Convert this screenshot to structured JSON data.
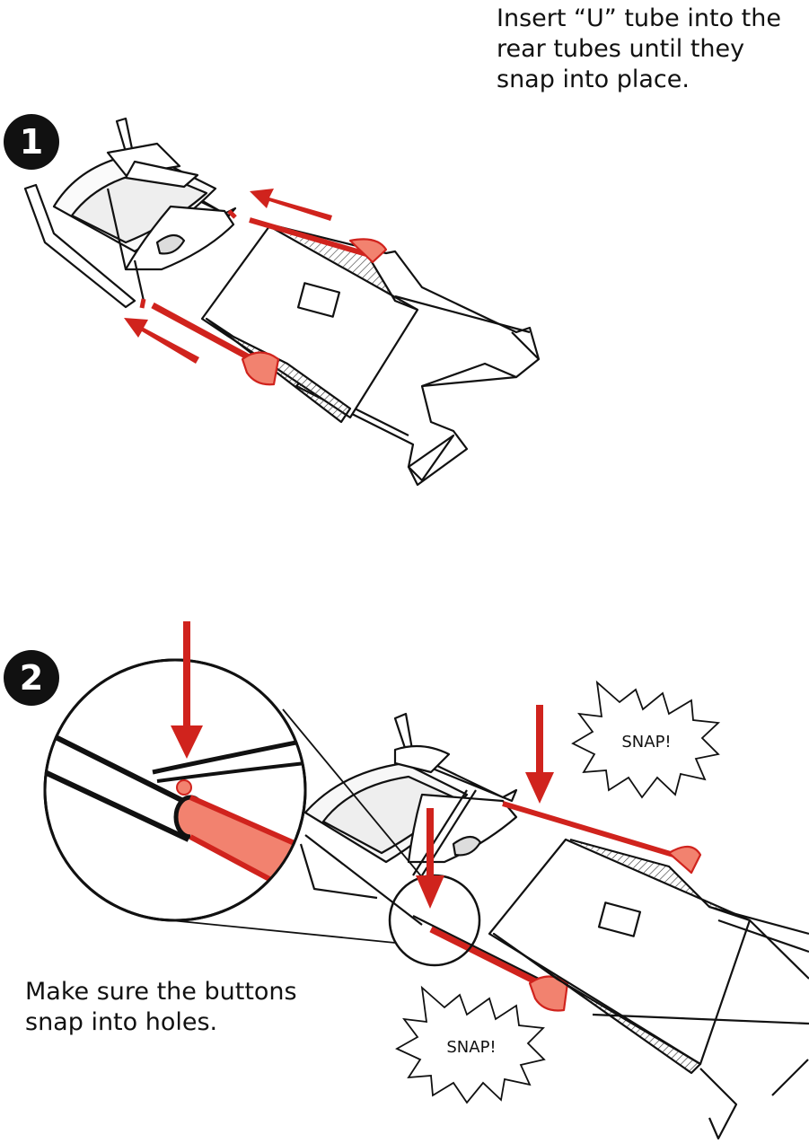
{
  "step1": {
    "number": "1",
    "instruction": "Insert “U” tube into the rear tubes until they snap into place."
  },
  "step2": {
    "number": "2",
    "instruction": "Make sure the buttons snap into holes.",
    "callouts": [
      "SNAP!",
      "SNAP!"
    ]
  },
  "colors": {
    "accent_arrow": "#d0231d",
    "highlight_part": "#f2826f",
    "line": "#111111"
  }
}
